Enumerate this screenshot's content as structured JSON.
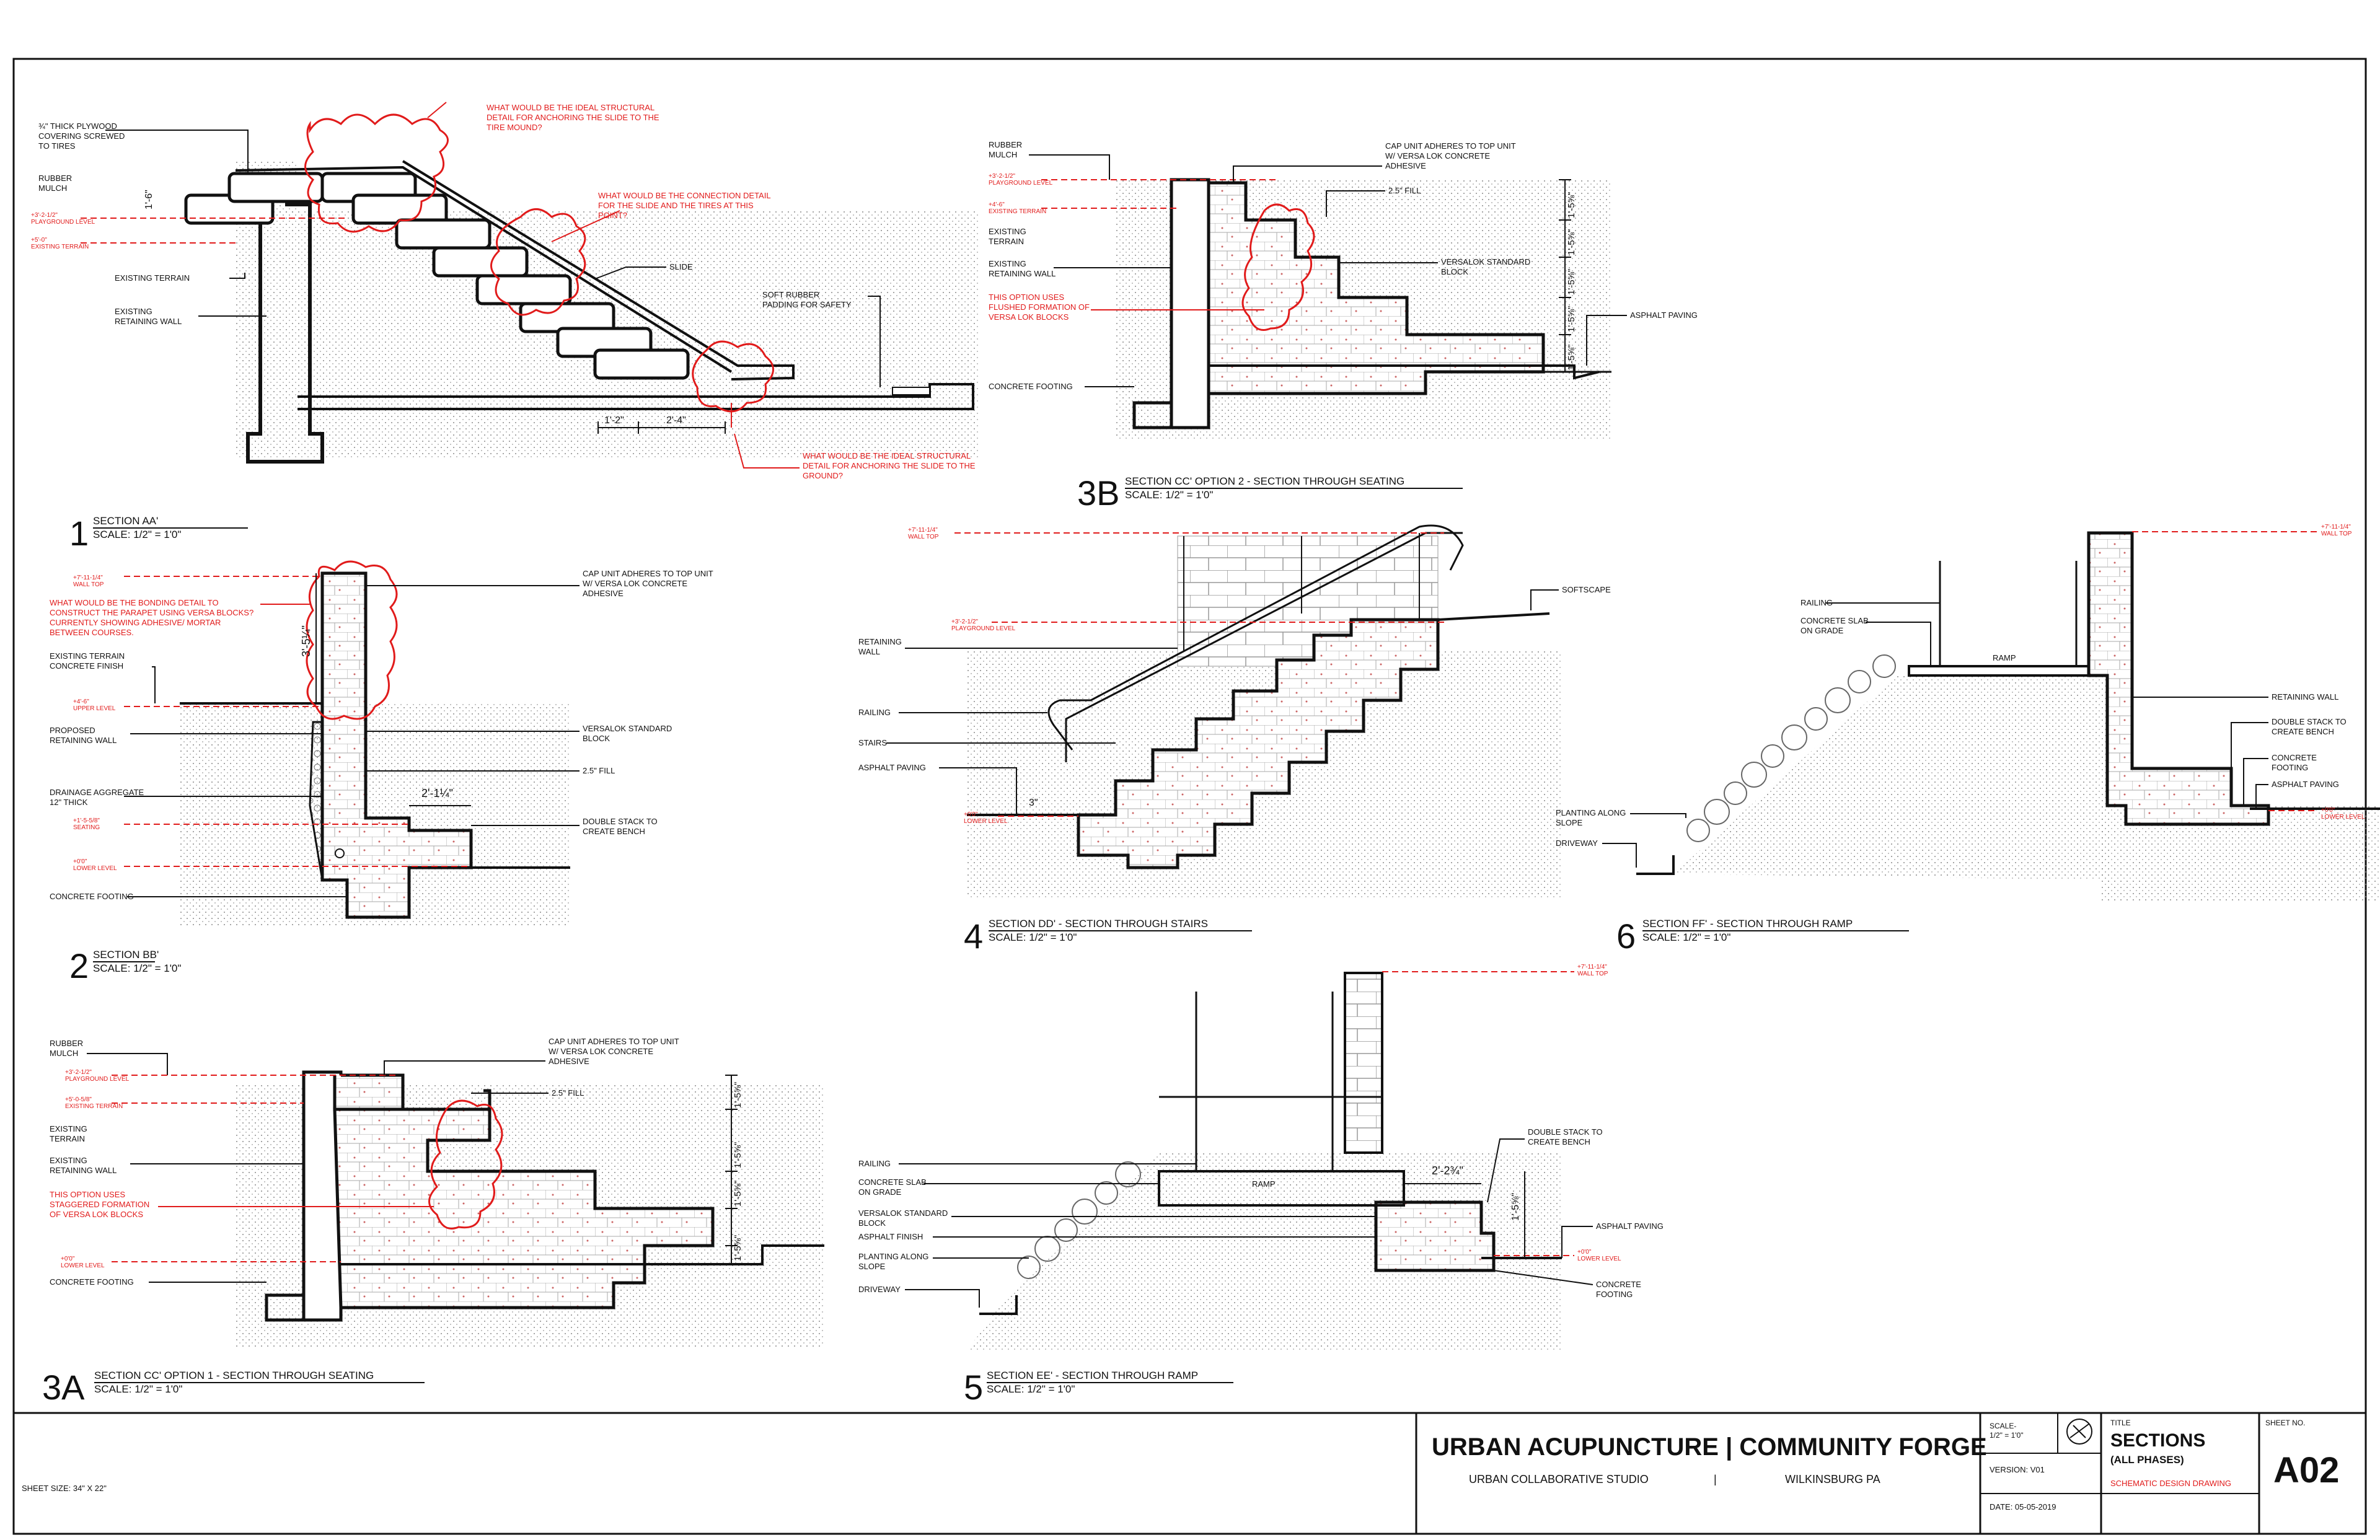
{
  "sections": {
    "s1": {
      "number": "1",
      "title": "SECTION AA'",
      "scale": "SCALE: 1/2\" = 1'0\"",
      "labels": {
        "plywood": [
          "¾\" THICK PLYWOOD",
          "COVERING SCREWED",
          "TO TIRES"
        ],
        "mulch": [
          "RUBBER",
          "MULCH"
        ],
        "existing_terrain": "EXISTING TERRAIN",
        "existing_wall": [
          "EXISTING",
          "RETAINING WALL"
        ],
        "slide": "SLIDE",
        "padding": [
          "SOFT RUBBER",
          "PADDING FOR SAFETY"
        ],
        "dim_height": "1'-6\"",
        "dim_a": "1'-2\"",
        "dim_b": "2'-4\"",
        "lvl_playground": [
          "+3'-2-1/2\"",
          "PLAYGROUND LEVEL"
        ],
        "lvl_terrain": [
          "+5'-0\"",
          "EXISTING TERRAIN"
        ]
      },
      "notes": {
        "n1": [
          "WHAT WOULD BE THE IDEAL STRUCTURAL",
          "DETAIL FOR ANCHORING THE SLIDE TO THE",
          "TIRE MOUND?"
        ],
        "n2": [
          "WHAT WOULD BE THE CONNECTION DETAIL",
          "FOR THE SLIDE AND THE TIRES AT THIS",
          "POINT?"
        ],
        "n3": [
          "WHAT WOULD BE THE IDEAL STRUCTURAL",
          "DETAIL FOR ANCHORING THE SLIDE TO THE",
          "GROUND?"
        ]
      }
    },
    "s2": {
      "number": "2",
      "title": "SECTION BB'",
      "scale": "SCALE: 1/2\" = 1'0\"",
      "labels": {
        "cap": [
          "CAP UNIT ADHERES TO TOP UNIT",
          "W/ VERSA LOK CONCRETE",
          "ADHESIVE"
        ],
        "terrain": [
          "EXISTING TERRAIN",
          "CONCRETE FINISH"
        ],
        "proposed_wall": [
          "PROPOSED",
          "RETAINING WALL"
        ],
        "versalok": [
          "VERSALOK STANDARD",
          "BLOCK"
        ],
        "fill": "2.5\" FILL",
        "drainage": [
          "DRAINAGE AGGREGATE",
          "12\" THICK"
        ],
        "bench": [
          "DOUBLE STACK TO",
          "CREATE BENCH"
        ],
        "footing": "CONCRETE FOOTING",
        "dim_h": "3'-5¼\"",
        "dim_w": "2'-1¼\"",
        "lvl_wall": [
          "+7'-11-1/4\"",
          "WALL TOP"
        ],
        "lvl_upper": [
          "+4'-6\"",
          "UPPER LEVEL"
        ],
        "lvl_seating": [
          "+1'-5-5/8\"",
          "SEATING"
        ],
        "lvl_lower": [
          "+0'0\"",
          "LOWER LEVEL"
        ]
      },
      "notes": {
        "n1": [
          "WHAT WOULD BE THE BONDING DETAIL TO",
          "CONSTRUCT THE PARAPET USING VERSA BLOCKS?",
          "CURRENTLY SHOWING ADHESIVE/ MORTAR",
          "BETWEEN COURSES."
        ]
      }
    },
    "s3a": {
      "number": "3A",
      "title": "SECTION CC' OPTION 1 - SECTION THROUGH SEATING",
      "scale": "SCALE: 1/2\" = 1'0\"",
      "labels": {
        "mulch": [
          "RUBBER",
          "MULCH"
        ],
        "cap": [
          "CAP UNIT ADHERES TO TOP UNIT",
          "W/ VERSA LOK CONCRETE",
          "ADHESIVE"
        ],
        "fill": "2.5\" FILL",
        "terrain": [
          "EXISTING",
          "TERRAIN"
        ],
        "existing_wall": [
          "EXISTING",
          "RETAINING WALL"
        ],
        "footing": "CONCRETE FOOTING",
        "dim": "1'-5⅝\"",
        "lvl_playground": [
          "+3'-2-1/2\"",
          "PLAYGROUND LEVEL"
        ],
        "lvl_terrain": [
          "+5'-0-5/8\"",
          "EXISTING TERRAIN"
        ],
        "lvl_lower": [
          "+0'0\"",
          "LOWER LEVEL"
        ]
      },
      "notes": {
        "n1": [
          "THIS OPTION USES",
          "STAGGERED FORMATION",
          "OF VERSA LOK BLOCKS"
        ]
      }
    },
    "s3b": {
      "number": "3B",
      "title": "SECTION CC' OPTION 2 - SECTION THROUGH SEATING",
      "scale": "SCALE: 1/2\" = 1'0\"",
      "labels": {
        "mulch": [
          "RUBBER",
          "MULCH"
        ],
        "cap": [
          "CAP UNIT ADHERES TO TOP UNIT",
          "W/ VERSA LOK CONCRETE",
          "ADHESIVE"
        ],
        "fill": "2.5\" FILL",
        "terrain": [
          "EXISTING",
          "TERRAIN"
        ],
        "existing_wall": [
          "EXISTING",
          "RETAINING WALL"
        ],
        "versalok": [
          "VERSALOK STANDARD",
          "BLOCK"
        ],
        "asphalt": "ASPHALT PAVING",
        "footing": "CONCRETE FOOTING",
        "dim": "1'-5⅝\"",
        "lvl_playground": [
          "+3'-2-1/2\"",
          "PLAYGROUND LEVEL"
        ],
        "lvl_terrain": [
          "+4'-6\"",
          "EXISTING TERRAIN"
        ]
      },
      "notes": {
        "n1": [
          "THIS OPTION USES",
          "FLUSHED FORMATION OF",
          "VERSA LOK BLOCKS"
        ]
      }
    },
    "s4": {
      "number": "4",
      "title": "SECTION DD' - SECTION THROUGH STAIRS",
      "scale": "SCALE: 1/2\" = 1'0\"",
      "labels": {
        "softscape": "SOFTSCAPE",
        "wall": [
          "RETAINING",
          "WALL"
        ],
        "railing": "RAILING",
        "stairs": "STAIRS",
        "asphalt": "ASPHALT PAVING",
        "dim": "3\"",
        "lvl_wall": [
          "+7'-11-1/4\"",
          "WALL TOP"
        ],
        "lvl_playground": [
          "+3'-2-1/2\"",
          "PLAYGROUND LEVEL"
        ],
        "lvl_lower": [
          "+0'0\"",
          "LOWER LEVEL"
        ]
      }
    },
    "s5": {
      "number": "5",
      "title": "SECTION EE' - SECTION THROUGH RAMP",
      "scale": "SCALE: 1/2\" = 1'0\"",
      "labels": {
        "railing": "RAILING",
        "slab": [
          "CONCRETE SLAB",
          "ON GRADE"
        ],
        "ramp": "RAMP",
        "versalok": [
          "VERSALOK STANDARD",
          "BLOCK"
        ],
        "asphalt_finish": "ASPHALT FINISH",
        "planting": [
          "PLANTING ALONG",
          "SLOPE"
        ],
        "driveway": "DRIVEWAY",
        "bench": [
          "DOUBLE STACK TO",
          "CREATE BENCH"
        ],
        "asphalt": "ASPHALT PAVING",
        "footing": [
          "CONCRETE",
          "FOOTING"
        ],
        "dim_w": "2'-2¾\"",
        "dim_h": "1'-5⅝\"",
        "lvl_wall": [
          "+7'-11-1/4\"",
          "WALL TOP"
        ],
        "lvl_lower": [
          "+0'0\"",
          "LOWER LEVEL"
        ]
      }
    },
    "s6": {
      "number": "6",
      "title": "SECTION FF' - SECTION THROUGH RAMP",
      "scale": "SCALE: 1/2\" = 1'0\"",
      "labels": {
        "railing": "RAILING",
        "slab": [
          "CONCRETE SLAB",
          "ON GRADE"
        ],
        "ramp": "RAMP",
        "wall": "RETAINING WALL",
        "bench": [
          "DOUBLE STACK TO",
          "CREATE BENCH"
        ],
        "footing": [
          "CONCRETE",
          "FOOTING"
        ],
        "asphalt": "ASPHALT PAVING",
        "planting": [
          "PLANTING ALONG",
          "SLOPE"
        ],
        "driveway": "DRIVEWAY",
        "lvl_wall": [
          "+7'-11-1/4\"",
          "WALL TOP"
        ],
        "lvl_lower": [
          "+0'0\"",
          "LOWER LEVEL"
        ]
      }
    }
  },
  "title_block": {
    "project": "URBAN ACUPUNCTURE  |  COMMUNITY FORGE",
    "studio": "URBAN COLLABORATIVE STUDIO",
    "separator": "|",
    "location": "WILKINSBURG PA",
    "scale_label": "SCALE-",
    "scale_value": "1/2\" = 1'0\"",
    "version": "VERSION:  V01",
    "date": "DATE: 05-05-2019",
    "title_label": "TITLE",
    "title": "SECTIONS",
    "subtitle": "(ALL PHASES)",
    "status": "SCHEMATIC DESIGN DRAWING",
    "sheet_label": "SHEET NO.",
    "sheet_no": "A02",
    "sheet_size": "SHEET SIZE: 34\" X 22\""
  },
  "colors": {
    "markup": "#e11b1b",
    "ink": "#111111",
    "hatch": "#9a9a9a"
  }
}
